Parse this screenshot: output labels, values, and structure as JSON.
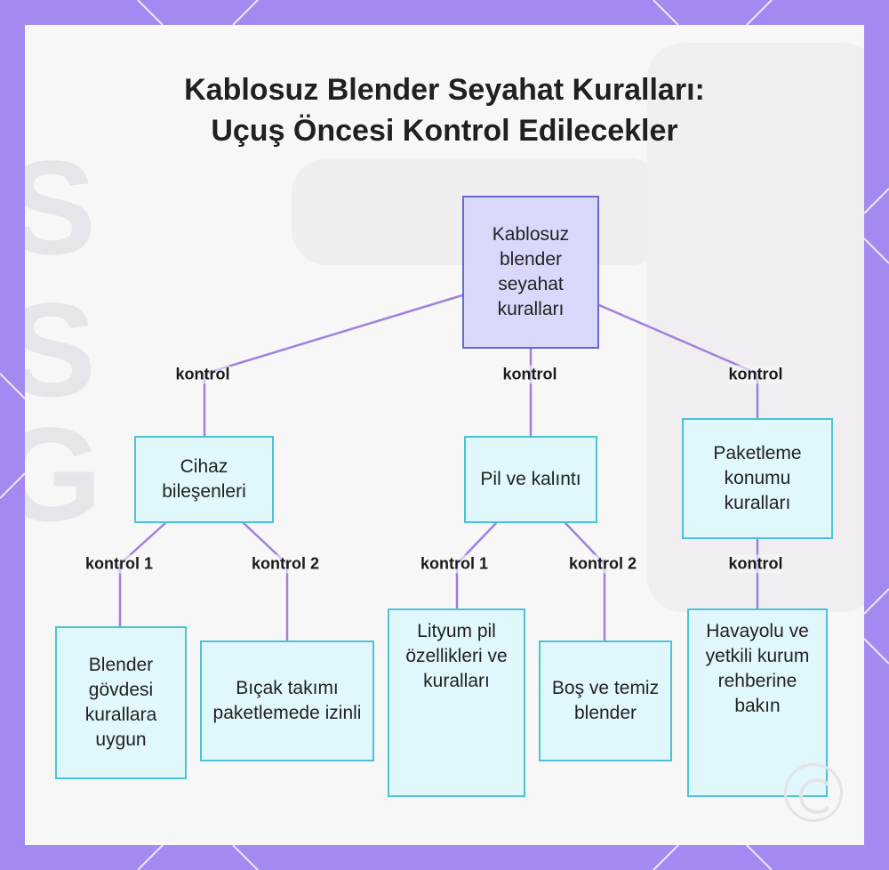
{
  "title": {
    "line1": "Kablosuz Blender Seyahat Kuralları:",
    "line2": "Uçuş Öncesi Kontrol Edilecekler"
  },
  "nodes": {
    "root": "Kablosuz blender seyahat kuralları",
    "components": "Cihaz bileşenleri",
    "battery": "Pil ve kalıntı",
    "packing": "Paketleme konumu kuralları",
    "body": "Blender gövdesi kurallara uygun",
    "blades": "Bıçak takımı paketlemede izinli",
    "lithium": "Lityum pil özellikleri ve kuralları",
    "clean": "Boş ve temiz blender",
    "airline": "Havayolu ve yetkili kurum rehberine bakın"
  },
  "edges": {
    "root_components": "kontrol",
    "root_battery": "kontrol",
    "root_packing": "kontrol",
    "components_body": "kontrol 1",
    "components_blades": "kontrol 2",
    "battery_lithium": "kontrol 1",
    "battery_clean": "kontrol 2",
    "packing_airline": "kontrol"
  },
  "colors": {
    "background": "#a48af0",
    "node_fill": "#e0f7fb",
    "node_border": "#4dc2d6",
    "root_fill": "#d8d8fb",
    "root_border": "#6a67cf",
    "edge": "#a07fe0"
  }
}
